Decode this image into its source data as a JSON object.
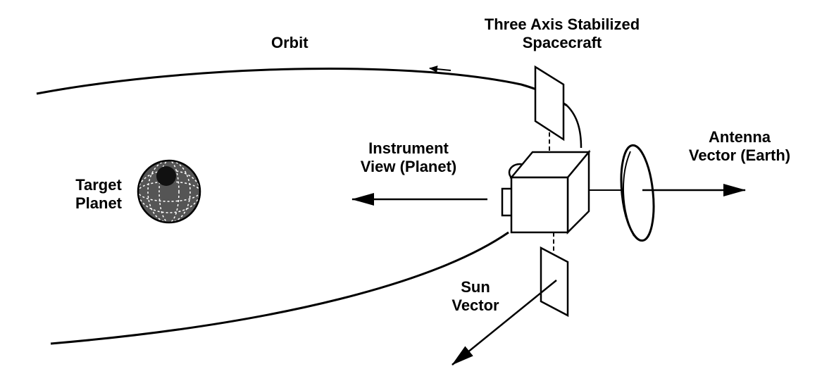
{
  "labels": {
    "orbit": "Orbit",
    "spacecraft": [
      "Three Axis Stabilized",
      "Spacecraft"
    ],
    "instrument": [
      "Instrument",
      "View (Planet)"
    ],
    "target": [
      "Target",
      "Planet"
    ],
    "antenna": [
      "Antenna",
      "Vector (Earth)"
    ],
    "sun": [
      "Sun",
      "Vector"
    ]
  },
  "colors": {
    "ink": "#000000",
    "background": "#ffffff"
  }
}
